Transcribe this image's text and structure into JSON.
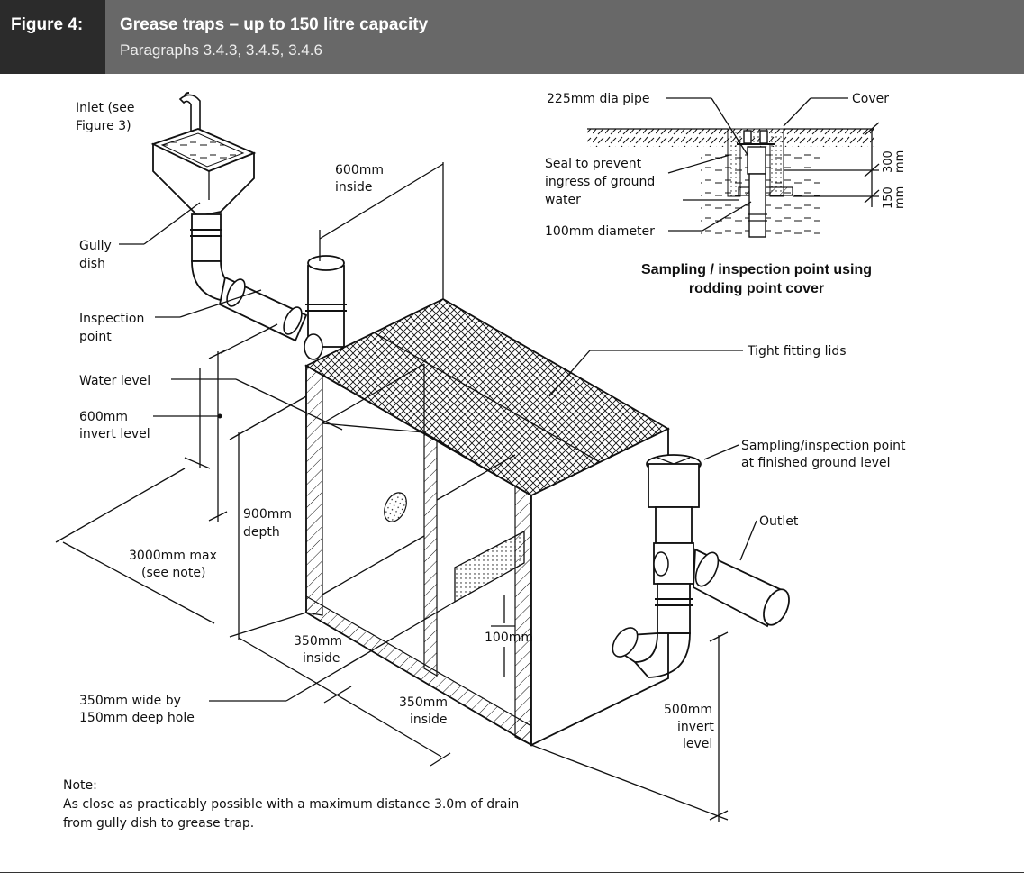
{
  "header": {
    "figure_number": "Figure 4:",
    "title": "Grease traps – up to 150 litre capacity",
    "subtitle": "Paragraphs 3.4.3, 3.4.5, 3.4.6"
  },
  "labels": {
    "inlet_1": "Inlet (see",
    "inlet_2": "Figure 3)",
    "gully_1": "Gully",
    "gully_2": "dish",
    "inspection_1": "Inspection",
    "inspection_2": "point",
    "water_level": "Water level",
    "invert600_1": "600mm",
    "invert600_2": "invert level",
    "length_1": "3000mm max",
    "length_2": "(see note)",
    "depth_1": "900mm",
    "depth_2": "depth",
    "inside600_1": "600mm",
    "inside600_2": "inside",
    "inside350a_1": "350mm",
    "inside350a_2": "inside",
    "inside350b_1": "350mm",
    "inside350b_2": "inside",
    "hole_1": "350mm wide by",
    "hole_2": "150mm deep hole",
    "hole_depth": "100mm",
    "invert500_1": "500mm",
    "invert500_2": "invert",
    "invert500_3": "level",
    "tight_lids": "Tight fitting lids",
    "sampling_1": "Sampling/inspection point",
    "sampling_2": "at finished ground level",
    "outlet": "Outlet",
    "pipe225": "225mm dia pipe",
    "cover": "Cover",
    "seal_1": "Seal to prevent",
    "seal_2": "ingress of ground",
    "seal_3": "water",
    "dia100": "100mm diameter",
    "dim300_1": "300",
    "dim300_2": "mm",
    "dim150_1": "150",
    "dim150_2": "mm",
    "caption_1": "Sampling / inspection point using",
    "caption_2": "rodding point cover"
  },
  "note": {
    "heading": "Note:",
    "line_1": "As close as practicably possible with a maximum distance 3.0m of drain",
    "line_2": "from gully dish to grease trap."
  }
}
